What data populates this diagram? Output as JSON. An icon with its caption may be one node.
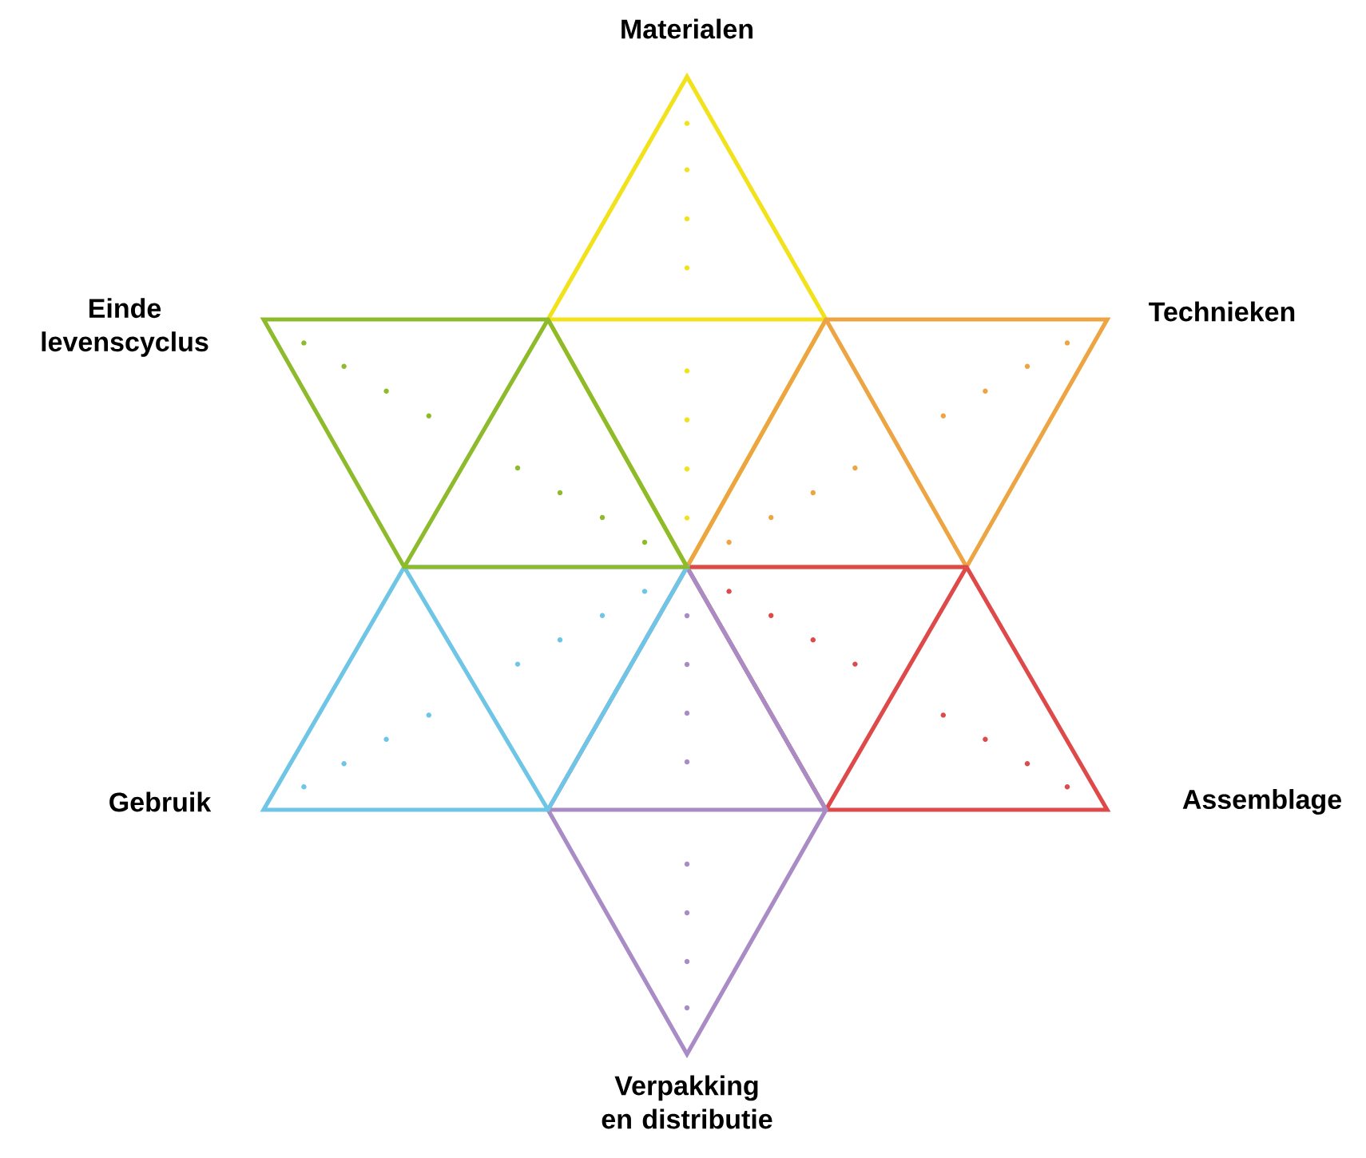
{
  "diagram": {
    "nodes": [
      {
        "text": [
          "Materialen"
        ]
      },
      {
        "text": [
          "Technieken"
        ]
      },
      {
        "text": [
          "Assemblage"
        ]
      },
      {
        "text": [
          "Verpakking en distributie"
        ]
      },
      {
        "text": [
          "Gebruik"
        ]
      },
      {
        "text": [
          "Einde levenscyclus"
        ]
      }
    ]
  }
}
